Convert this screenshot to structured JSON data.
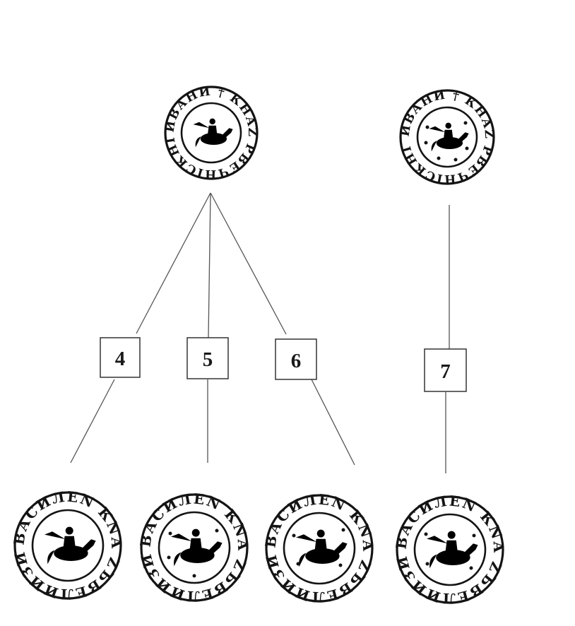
{
  "colors": {
    "line": "#555555",
    "ink": "#141414",
    "box_border": "#333333"
  },
  "boxes": [
    {
      "id": "box-4",
      "label": "4"
    },
    {
      "id": "box-5",
      "label": "5"
    },
    {
      "id": "box-6",
      "label": "6"
    },
    {
      "id": "box-7",
      "label": "7"
    }
  ],
  "seals": {
    "top_small_legend": "ИВАНИ † КНАZ РВЕЧНICКНІ",
    "bottom_large_legend": "ВАСИЛЕN КNА ZЪВЕЛИИЗИ"
  },
  "icons": [
    "seal-icon",
    "rider-on-horse-icon"
  ]
}
